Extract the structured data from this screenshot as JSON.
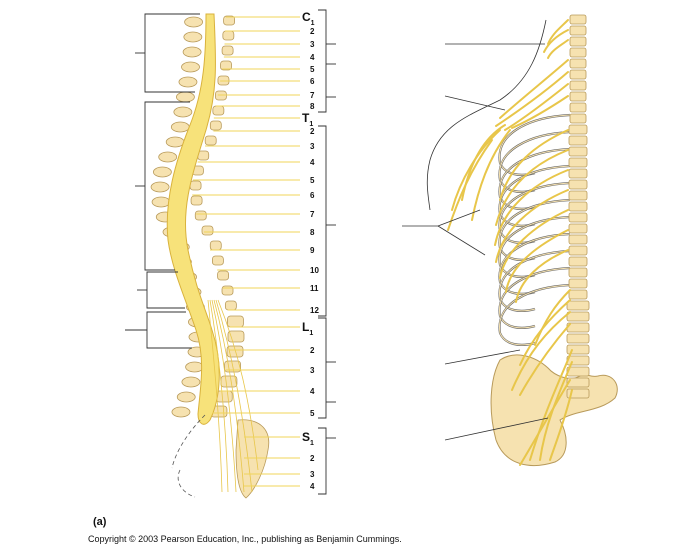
{
  "panel_label": "(a)",
  "copyright": "Copyright © 2003 Pearson Education, Inc., publishing as Benjamin Cummings.",
  "colors": {
    "nerve": "#f7e27a",
    "nerve_dark": "#e8c64a",
    "bone": "#f6e2b0",
    "bone_outline": "#b89a5a",
    "line": "#333333"
  },
  "spinal_nerves": {
    "cervical": [
      {
        "letter": "C",
        "num": "1"
      },
      {
        "letter": "",
        "num": "2"
      },
      {
        "letter": "",
        "num": "3"
      },
      {
        "letter": "",
        "num": "4"
      },
      {
        "letter": "",
        "num": "5"
      },
      {
        "letter": "",
        "num": "6"
      },
      {
        "letter": "",
        "num": "7"
      },
      {
        "letter": "",
        "num": "8"
      }
    ],
    "thoracic": [
      {
        "letter": "T",
        "num": "1"
      },
      {
        "letter": "",
        "num": "2"
      },
      {
        "letter": "",
        "num": "3"
      },
      {
        "letter": "",
        "num": "4"
      },
      {
        "letter": "",
        "num": "5"
      },
      {
        "letter": "",
        "num": "6"
      },
      {
        "letter": "",
        "num": "7"
      },
      {
        "letter": "",
        "num": "8"
      },
      {
        "letter": "",
        "num": "9"
      },
      {
        "letter": "",
        "num": "10"
      },
      {
        "letter": "",
        "num": "11"
      },
      {
        "letter": "",
        "num": "12"
      }
    ],
    "lumbar": [
      {
        "letter": "L",
        "num": "1"
      },
      {
        "letter": "",
        "num": "2"
      },
      {
        "letter": "",
        "num": "3"
      },
      {
        "letter": "",
        "num": "4"
      },
      {
        "letter": "",
        "num": "5"
      }
    ],
    "sacral": [
      {
        "letter": "S",
        "num": "1"
      },
      {
        "letter": "",
        "num": "2"
      },
      {
        "letter": "",
        "num": "3"
      },
      {
        "letter": "",
        "num": "4"
      }
    ]
  }
}
